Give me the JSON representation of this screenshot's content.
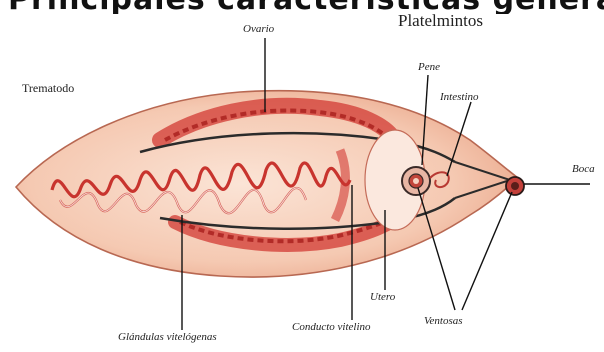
{
  "header": {
    "heading": "Principales características generales",
    "subtitle": "Platelmintos"
  },
  "diagram": {
    "organism": "Trematodo",
    "labels": {
      "ovary": "Ovario",
      "penis": "Pene",
      "intestine": "Intestino",
      "mouth": "Boca",
      "uterus": "Utero",
      "suckers": "Ventosas",
      "vitelline_duct": "Conducto vitelino",
      "vitelline_glands": "Glándulas vitelógenas"
    },
    "colors": {
      "body_fill": "#f6cdb8",
      "gland_red": "#cf2f2a",
      "uterus_stroke": "#c8342e",
      "leader_line": "#111111"
    }
  }
}
